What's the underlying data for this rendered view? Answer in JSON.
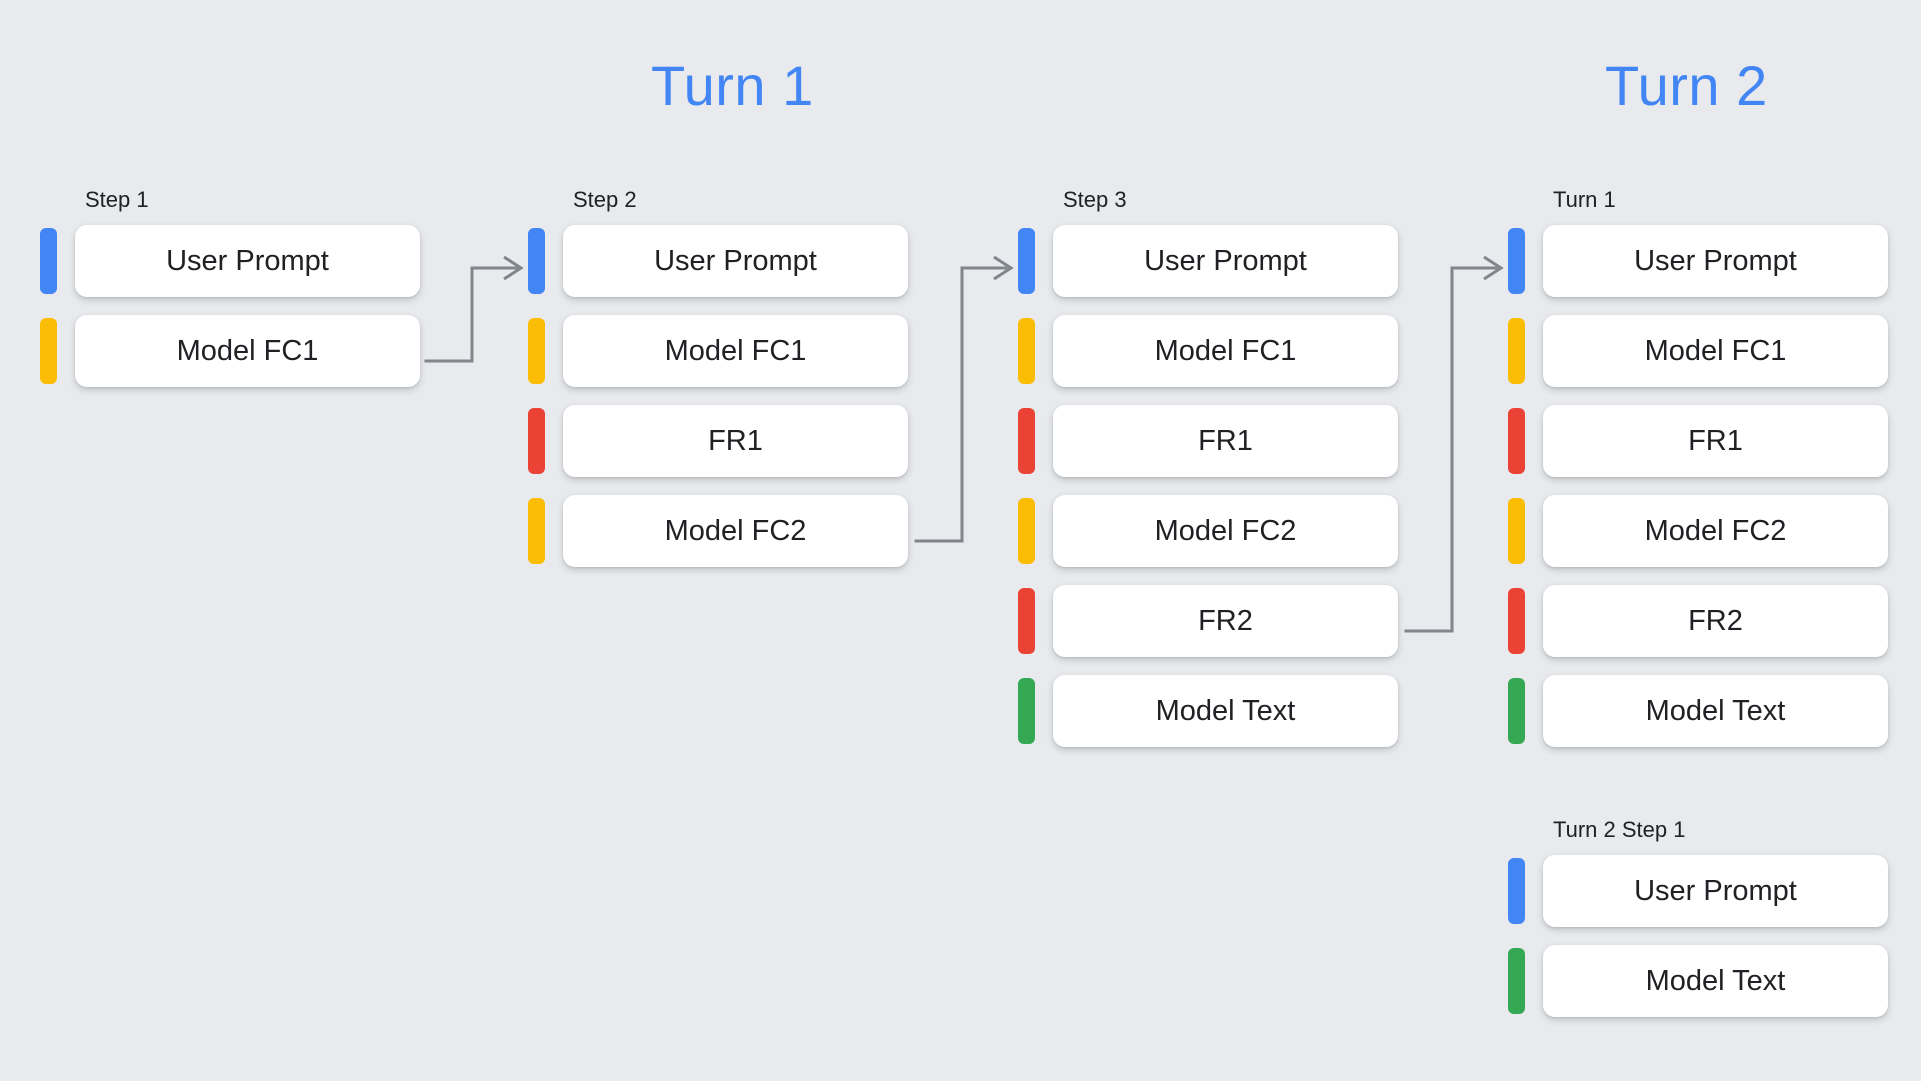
{
  "background_color": "#e8eaed",
  "palette": {
    "blue": "#4285f4",
    "yellow": "#fbbc04",
    "red": "#ea4335",
    "green": "#34a853",
    "arrow_gray": "#80868b",
    "card_white": "#ffffff",
    "text_dark": "#202124"
  },
  "headers": [
    {
      "id": "turn-1",
      "label": "Turn 1"
    },
    {
      "id": "turn-2",
      "label": "Turn 2"
    }
  ],
  "columns": [
    {
      "id": "step1",
      "label": "Step 1",
      "rows": [
        {
          "color": "blue",
          "label": "User Prompt"
        },
        {
          "color": "yellow",
          "label": "Model FC1"
        }
      ]
    },
    {
      "id": "step2",
      "label": "Step 2",
      "rows": [
        {
          "color": "blue",
          "label": "User Prompt"
        },
        {
          "color": "yellow",
          "label": "Model FC1"
        },
        {
          "color": "red",
          "label": "FR1"
        },
        {
          "color": "yellow",
          "label": "Model FC2"
        }
      ]
    },
    {
      "id": "step3",
      "label": "Step 3",
      "rows": [
        {
          "color": "blue",
          "label": "User Prompt"
        },
        {
          "color": "yellow",
          "label": "Model FC1"
        },
        {
          "color": "red",
          "label": "FR1"
        },
        {
          "color": "yellow",
          "label": "Model FC2"
        },
        {
          "color": "red",
          "label": "FR2"
        },
        {
          "color": "green",
          "label": "Model Text"
        }
      ]
    },
    {
      "id": "turn1-right",
      "label": "Turn 1",
      "rows": [
        {
          "color": "blue",
          "label": "User Prompt"
        },
        {
          "color": "yellow",
          "label": "Model FC1"
        },
        {
          "color": "red",
          "label": "FR1"
        },
        {
          "color": "yellow",
          "label": "Model FC2"
        },
        {
          "color": "red",
          "label": "FR2"
        },
        {
          "color": "green",
          "label": "Model Text"
        }
      ]
    },
    {
      "id": "turn2-step1",
      "label": "Turn 2 Step 1",
      "rows": [
        {
          "color": "blue",
          "label": "User Prompt"
        },
        {
          "color": "green",
          "label": "Model Text"
        }
      ]
    }
  ],
  "connectors": [
    {
      "id": "arrow-step1-to-step2",
      "from": "Model FC1",
      "to": "Step 2"
    },
    {
      "id": "arrow-step2-to-step3",
      "from": "Model FC2",
      "to": "Step 3"
    },
    {
      "id": "arrow-step3-to-turn1",
      "from": "FR2",
      "to": "Turn 1"
    }
  ]
}
